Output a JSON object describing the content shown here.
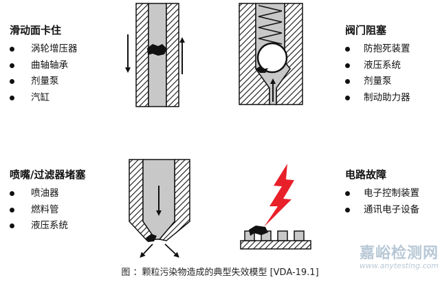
{
  "sections": {
    "top_left": {
      "title": "滑动面卡住",
      "items": [
        "涡轮增压器",
        "曲轴轴承",
        "剂量泵",
        "汽缸"
      ]
    },
    "top_right": {
      "title": "阀门阻塞",
      "items": [
        "防抱死装置",
        "液压系统",
        "剂量泵",
        "制动助力器"
      ]
    },
    "bottom_left": {
      "title": "喷嘴/过滤器堵塞",
      "items": [
        "喷油器",
        "燃料管",
        "液压系统"
      ]
    },
    "bottom_right": {
      "title": "电路故障",
      "items": [
        "电子控制装置",
        "通讯电子设备"
      ]
    }
  },
  "caption": "图   ：颗粒污染物造成的典型失效模型 [VDA-19.1]",
  "watermark": {
    "text": "嘉峪检测网",
    "url": "www.anytesting.com"
  },
  "colors": {
    "channel": "#c8c8c8",
    "lightning": "#e8202a",
    "ink": "#111111"
  }
}
